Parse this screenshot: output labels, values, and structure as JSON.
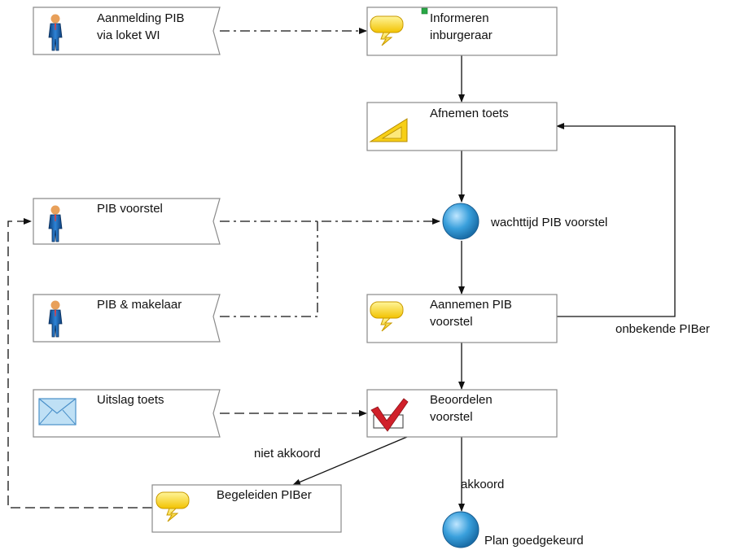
{
  "nodes": {
    "aanmelding": {
      "line1": "Aanmelding PIB",
      "line2": "via loket WI",
      "icon": "person-icon"
    },
    "informeren": {
      "line1": "Informeren",
      "line2": "inburgeraar",
      "icon": "speech-bubble-icon"
    },
    "afnemen": {
      "line1": "Afnemen toets",
      "icon": "triangle-ruler-icon"
    },
    "pib_voorstel": {
      "line1": "PIB voorstel",
      "icon": "person-icon"
    },
    "wachttijd": {
      "label": "wachttijd PIB voorstel"
    },
    "pib_makelaar": {
      "line1": "PIB & makelaar",
      "icon": "person-icon"
    },
    "aannemen": {
      "line1": "Aannemen PIB",
      "line2": "voorstel",
      "icon": "speech-bubble-icon"
    },
    "uitslag": {
      "line1": "Uitslag toets",
      "icon": "envelope-icon"
    },
    "beoordelen": {
      "line1": "Beoordelen",
      "line2": "voorstel",
      "icon": "checkmark-icon"
    },
    "begeleiden": {
      "line1": "Begeleiden PIBer",
      "icon": "speech-bubble-icon"
    },
    "plan": {
      "label": "Plan goedgekeurd"
    }
  },
  "edge_labels": {
    "onbekende": "onbekende PIBer",
    "niet_akkoord": "niet akkoord",
    "akkoord": "akkoord"
  },
  "colors": {
    "event_fill": "#3aa0dc",
    "bubble_fill": "#ffe033",
    "person_fill": "#1f6fc0",
    "check_color": "#d0202a",
    "start_marker": "#28a745"
  }
}
